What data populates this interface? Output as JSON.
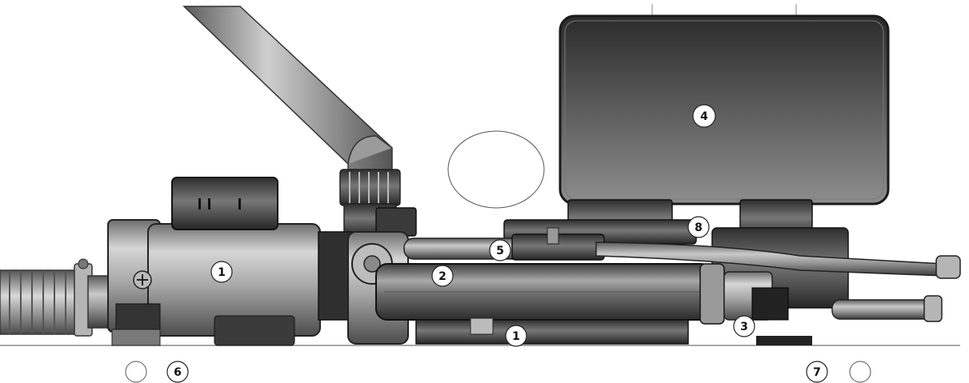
{
  "diagram": {
    "callouts": {
      "pump_motor": "1",
      "heater_tube": "2",
      "outlet_fitting": "3",
      "control_box": "4",
      "pressure_switch": "5",
      "drain_left": "6",
      "drain_right": "7",
      "sensor": "8",
      "pump_base": "1"
    }
  }
}
